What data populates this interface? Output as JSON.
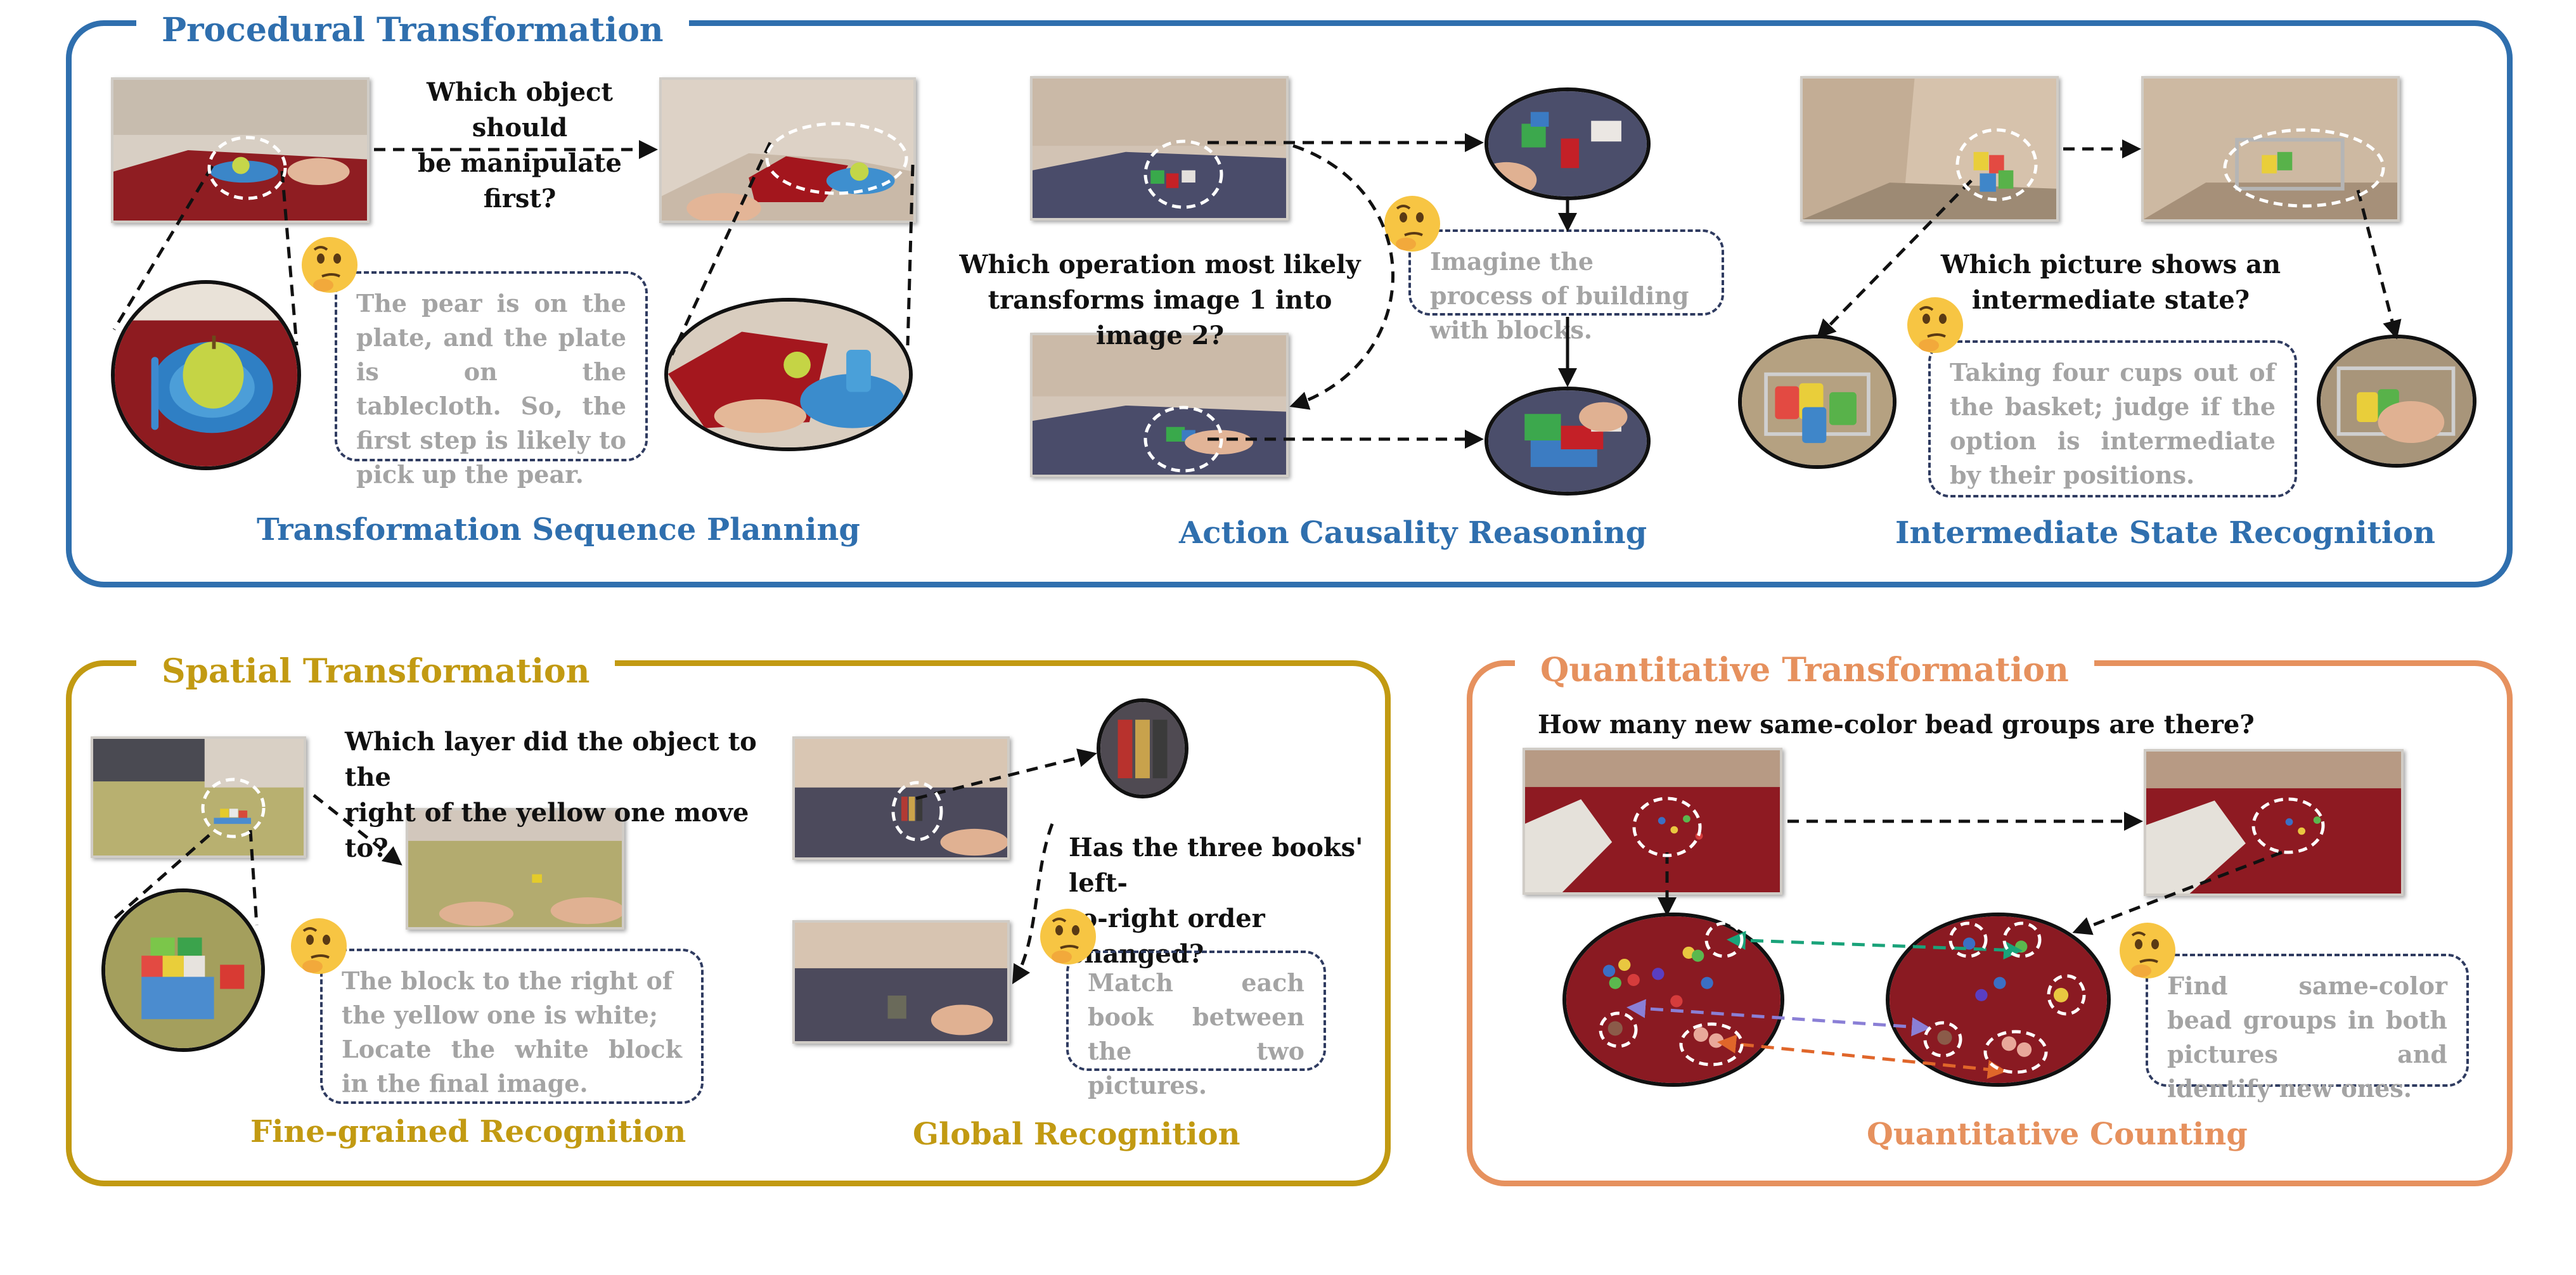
{
  "panels": {
    "procedural": {
      "title": "Procedural Transformation",
      "color": "#2f6fae",
      "tasks": [
        {
          "name": "Transformation Sequence Planning",
          "question": "Which object should be manipulate first?",
          "question_line1": "Which object should",
          "question_line2": "be  manipulate first?",
          "hint": "The pear is on the plate, and the plate is on the tablecloth. So, the first step is likely to pick up the pear."
        },
        {
          "name": "Action Causality Reasoning",
          "question_line1": "Which operation most likely",
          "question_line2": "transforms image 1 into image 2?",
          "hint": "Imagine the process of building with blocks."
        },
        {
          "name": "Intermediate State Recognition",
          "question_line1": "Which picture shows an",
          "question_line2": "intermediate state?",
          "hint": "Taking four cups out of the basket; judge if the option is intermediate by their positions."
        }
      ]
    },
    "spatial": {
      "title": "Spatial Transformation",
      "color": "#c29a12",
      "tasks": [
        {
          "name": "Fine-grained Recognition",
          "question_line1": "Which layer did the object to the",
          "question_line2": "right of the yellow one move to?",
          "hint_line1": "The block to the right of the yellow one is white;",
          "hint_line2": "Locate the white block in the final image."
        },
        {
          "name": "Global Recognition",
          "question_line1": "Has the three books' left-",
          "question_line2": "to-right order changed?",
          "hint": "Match each book between the two pictures."
        }
      ]
    },
    "quantitative": {
      "title": "Quantitative Transformation",
      "color": "#e6915e",
      "tasks": [
        {
          "name": "Quantitative Counting",
          "question": "How many new same-color bead groups are there?",
          "hint": "Find same-color bead groups in both pictures and identify new ones."
        }
      ]
    }
  },
  "colors": {
    "hint_border": "#2f3b60",
    "hint_text": "#a4a4a4",
    "arrow": "#111111",
    "match_green": "#1aa37a",
    "match_purple": "#8a7fd6",
    "match_orange": "#e0662a"
  },
  "icons": {
    "thinking": "thinking-face-emoji"
  }
}
